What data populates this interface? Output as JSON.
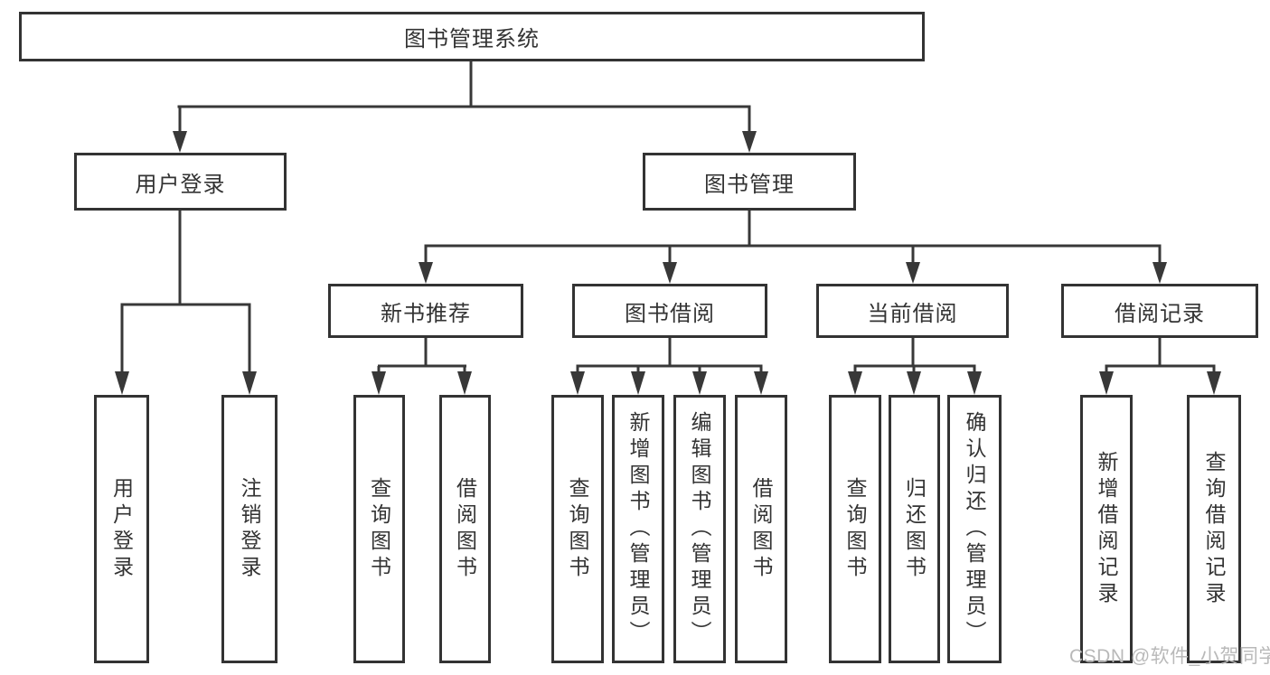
{
  "diagram_type": "hierarchy-tree",
  "nodes": {
    "root": "图书管理系统",
    "user_login": "用户登录",
    "book_mgmt": "图书管理",
    "new_rec": "新书推荐",
    "book_borrow": "图书借阅",
    "current_borrow": "当前借阅",
    "borrow_records": "借阅记录",
    "leaf_user_login": "用户登录",
    "leaf_logout": "注销登录",
    "leaf_query_book_a": "查询图书",
    "leaf_borrow_book_a": "借阅图书",
    "leaf_query_book_b": "查询图书",
    "leaf_add_book_admin": "新增图书（管理员）",
    "leaf_edit_book_admin": "编辑图书（管理员）",
    "leaf_borrow_book_b": "借阅图书",
    "leaf_query_book_c": "查询图书",
    "leaf_return_book": "归还图书",
    "leaf_confirm_return_admin": "确认归还（管理员）",
    "leaf_add_borrow_record": "新增借阅记录",
    "leaf_query_borrow_record": "查询借阅记录"
  },
  "watermark": "CSDN @软件_小贺同学",
  "colors": {
    "line": "#383838",
    "box_border": "#333333",
    "text": "#333333",
    "watermark": "#b9b9b9",
    "background": "#ffffff"
  }
}
